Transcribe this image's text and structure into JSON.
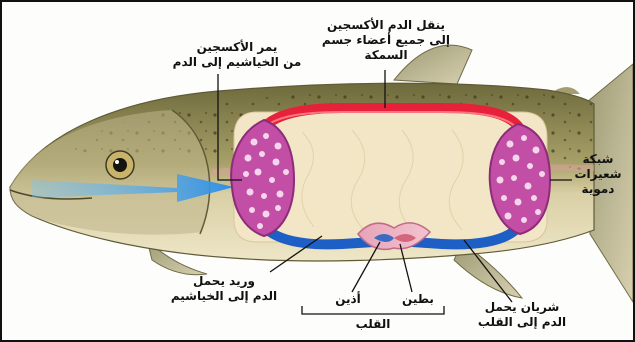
{
  "labels": {
    "oxygen_to_blood_1": "يمر الأكسجين",
    "oxygen_to_blood_2": "من الخياشيم إلى الدم",
    "carry_oxygen_1": "ينقل الدم الأكسجين",
    "carry_oxygen_2": "إلى جميع أعضاء جسم",
    "carry_oxygen_3": "السمكة",
    "capillaries_1": "شبكة",
    "capillaries_2": "شعيرات",
    "capillaries_3": "دموية",
    "vein_1": "وريد يحمل",
    "vein_2": "الدم إلى الخياشيم",
    "atrium": "أذين",
    "ventricle": "بطين",
    "heart": "القلب",
    "artery_1": "شريان يحمل",
    "artery_2": "الدم إلى القلب"
  },
  "colors": {
    "oxygenated": "#e8213a",
    "deoxygenated": "#1d5fc4",
    "capillary_bed": "#c24ea5",
    "water_flow": "#4aa8ee",
    "fish_back": "#6e6a3c",
    "fish_belly": "#eee6c7"
  }
}
